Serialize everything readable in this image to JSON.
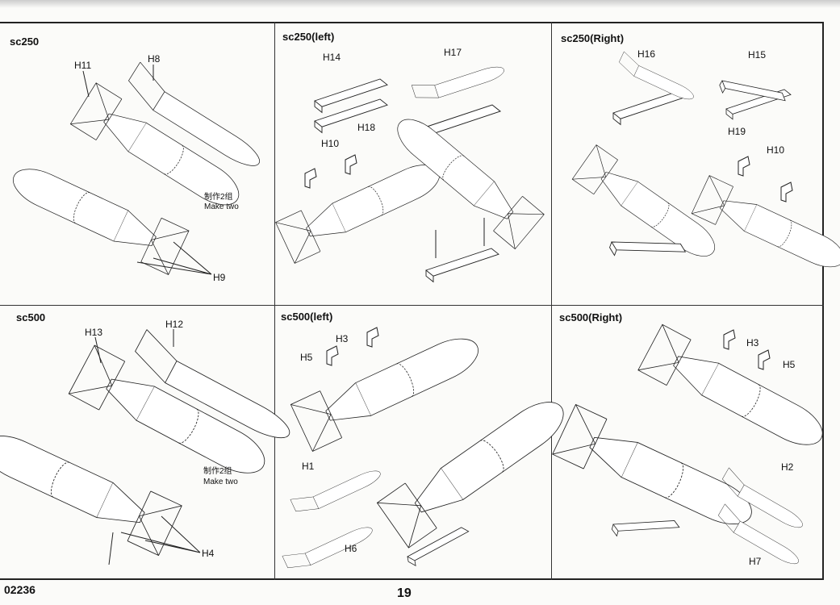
{
  "panels": [
    {
      "title": "sc250",
      "labels": [
        "H11",
        "H8",
        "H9"
      ],
      "note_cn": "制作2组",
      "note_en": "Make two"
    },
    {
      "title": "sc250(left)",
      "labels": [
        "H14",
        "H17",
        "H18",
        "H10"
      ]
    },
    {
      "title": "sc250(Right)",
      "labels": [
        "H16",
        "H15",
        "H19",
        "H10"
      ]
    },
    {
      "title": "sc500",
      "labels": [
        "H13",
        "H12",
        "H4"
      ],
      "note_cn": "制作2组",
      "note_en": "Make two"
    },
    {
      "title": "sc500(left)",
      "labels": [
        "H3",
        "H5",
        "H1",
        "H6"
      ]
    },
    {
      "title": "sc500(Right)",
      "labels": [
        "H3",
        "H5",
        "H2",
        "H7"
      ]
    }
  ],
  "footer": {
    "code": "02236",
    "page": "19"
  }
}
